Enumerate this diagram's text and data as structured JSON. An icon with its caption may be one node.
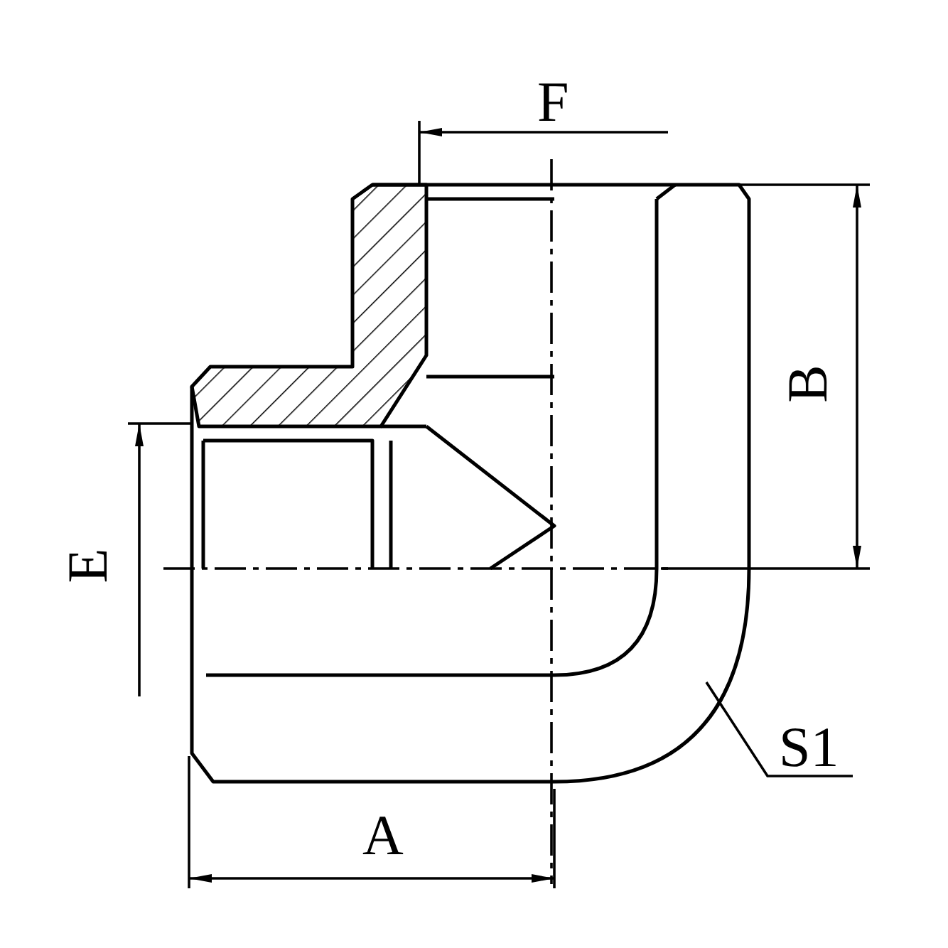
{
  "diagram": {
    "nodes": [
      {
        "text": [
          "S1"
        ]
      },
      {
        "text": [],
        "shape": "picture"
      }
    ],
    "edges": [
      {
        "from": 0,
        "to": 1,
        "arrow": "none"
      }
    ],
    "labels": [
      "F",
      "B",
      "E",
      "A"
    ]
  }
}
